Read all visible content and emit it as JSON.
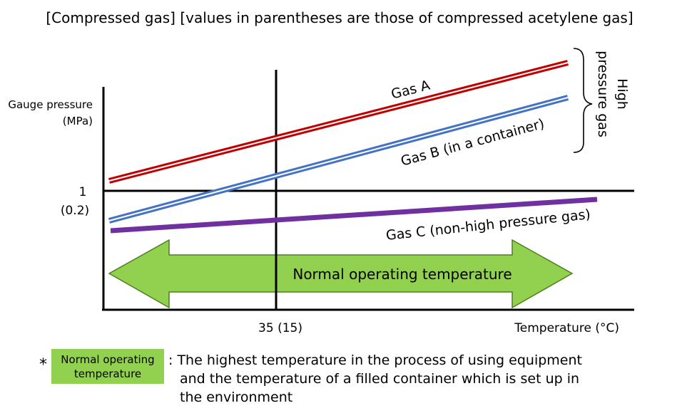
{
  "header": {
    "title": "[Compressed gas] [values in parentheses are those of compressed acetylene gas]"
  },
  "axes": {
    "y_label_line1": "Gauge pressure",
    "y_label_line2": "(MPa)",
    "y_tick_main": "1",
    "y_tick_paren": "(0.2)",
    "x_tick": "35 (15)",
    "x_label": "Temperature (°C)"
  },
  "series": {
    "gas_a": "Gas A",
    "gas_b": "Gas B (in a container)",
    "gas_c": "Gas C (non-high pressure gas)"
  },
  "colors": {
    "gas_a": "#c00000",
    "gas_b": "#4472c4",
    "gas_c": "#7030a0",
    "arrow_fill": "#92d050",
    "arrow_stroke": "#4e7e1e"
  },
  "brace_label": {
    "line1": "High",
    "line2": "pressure gas"
  },
  "arrow": {
    "label": "Normal operating temperature"
  },
  "note": {
    "star": "*",
    "box_line1": "Normal operating",
    "box_line2": "temperature",
    "colon": ":",
    "line1": "The highest temperature in the process of using equipment",
    "line2": "and the temperature of a filled container which is set up in",
    "line3": "the environment"
  }
}
